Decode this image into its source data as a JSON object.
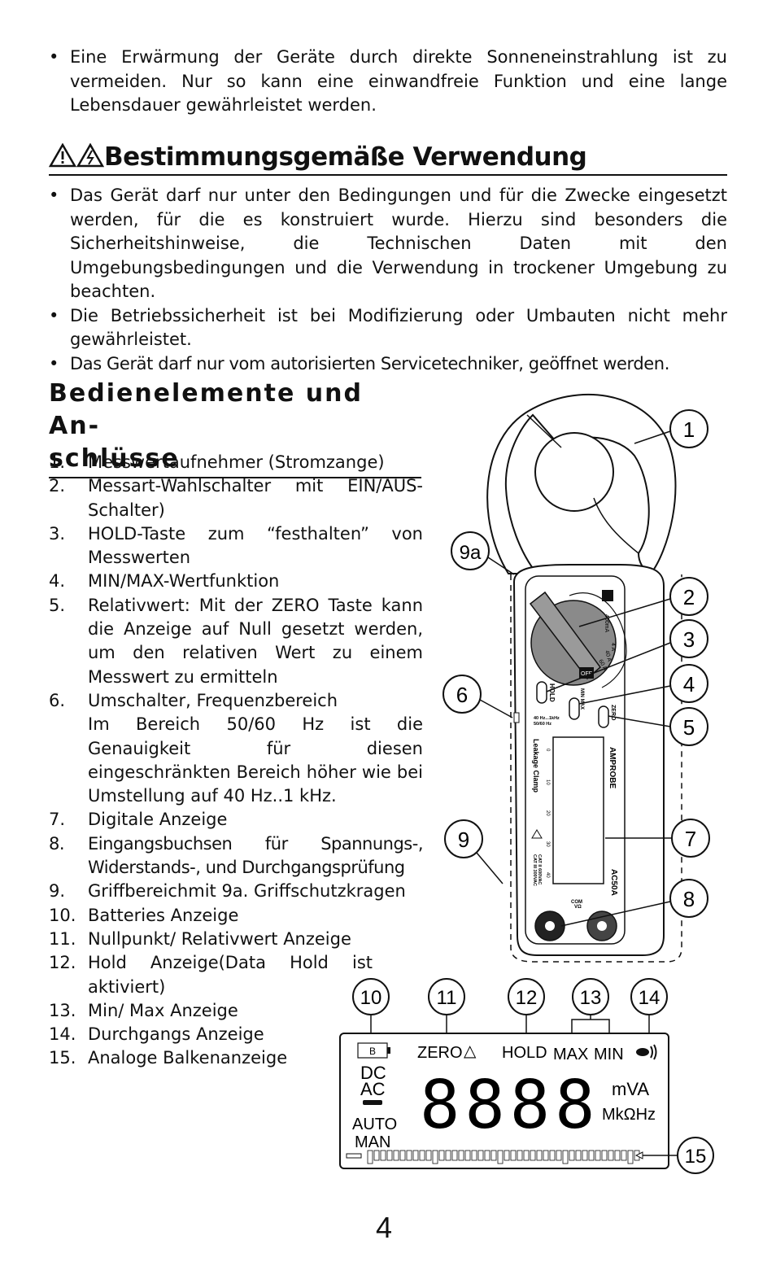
{
  "intro_bullets": [
    "Eine Erwärmung der Geräte durch direkte Sonneneinstrahlung ist zu vermeiden. Nur so kann eine einwandfreie Funktion und eine lange Lebensdauer gewährleistet werden."
  ],
  "usage": {
    "heading": "Bestimmungsgemäße Verwendung",
    "bullets": [
      "Das Gerät darf nur unter den Bedingungen und für die Zwecke eingesetzt werden, für die es konstruiert wurde. Hierzu sind besonders die Sicherheitshinweise, die Technischen Daten mit den Umgebungsbedingungen und die Verwendung in trockener Umgebung zu beachten.",
      "Die Betriebssicherheit ist bei Modifizierung oder Umbauten nicht mehr gewährleistet.",
      "Das Gerät darf nur vom autorisierten Servicetechniker, geöffnet werden."
    ]
  },
  "controls": {
    "heading_line1": "Bedienelemente und An-",
    "heading_line2": "schlüsse",
    "items": [
      {
        "n": "1.",
        "text": "Messwertaufnehmer (Stromzange)"
      },
      {
        "n": "2.",
        "text": "Messart-Wahlschalter mit EIN/AUS-Schalter)"
      },
      {
        "n": "3.",
        "text": "HOLD-Taste zum “festhalten” von Messwerten"
      },
      {
        "n": "4.",
        "text": "MIN/MAX-Wertfunktion"
      },
      {
        "n": "5.",
        "text": "Relativwert: Mit der ZERO Taste kann die Anzeige auf Null gesetzt werden, um den relativen Wert zu einem Messwert zu ermitteln"
      },
      {
        "n": "6.",
        "text": "Umschalter, Frequenzbereich"
      },
      {
        "n": "",
        "text": "Im Bereich 50/60 Hz ist die Genauigkeit für diesen eingeschränkten Bereich höher wie bei Umstellung auf 40 Hz..1 kHz."
      },
      {
        "n": "7.",
        "text": "Digitale Anzeige"
      },
      {
        "n": "8.",
        "text": "Eingangsbuchsen für Spannungs-, Widerstands-, und Durchgangsprüfung"
      },
      {
        "n": "9.",
        "text": "Griffbereichmit 9a. Griffschutzkragen"
      },
      {
        "n": "10.",
        "text": "Batteries Anzeige"
      },
      {
        "n": "11.",
        "text": "Nullpunkt/ Relativwert Anzeige"
      },
      {
        "n": "12.",
        "text": "Hold Anzeige(Data Hold ist aktiviert)"
      },
      {
        "n": "13.",
        "text": "Min/ Max Anzeige"
      },
      {
        "n": "14.",
        "text": "Durchgangs Anzeige"
      },
      {
        "n": "15.",
        "text": "Analoge Balkenanzeige"
      }
    ]
  },
  "device": {
    "callouts": [
      "1",
      "2",
      "3",
      "4",
      "5",
      "6",
      "7",
      "8",
      "9",
      "9a"
    ],
    "brand": "AMPROBE",
    "model": "AC50A",
    "label": "Leakage Clamp",
    "range_400ma": "400mA",
    "range_4a": "4 A",
    "range_40a": "40 A",
    "range_60a": "60 A",
    "off": "OFF",
    "hold": "HOLD",
    "minmax": "MIN MAX",
    "zero": "ZERO",
    "freq1": "40 Hz...1kHz",
    "freq2": "50/60 Hz",
    "cat1": "CAT II 600VAC",
    "cat2": "CAT III 300VAC",
    "com": "COM",
    "vohm": "VΩ",
    "scale": [
      "0",
      "10",
      "20",
      "30",
      "40"
    ]
  },
  "lcd": {
    "callouts": [
      "10",
      "11",
      "12",
      "13",
      "14",
      "15"
    ],
    "battery": "B",
    "zero": "ZERO",
    "delta": "△",
    "hold": "HOLD",
    "max": "MAX",
    "min": "MIN",
    "dc": "DC",
    "ac": "AC",
    "auto": "AUTO",
    "man": "MAN",
    "digits": "8888",
    "unit1": "mVA",
    "unit2": "MkΩHz"
  },
  "page_number": "4"
}
